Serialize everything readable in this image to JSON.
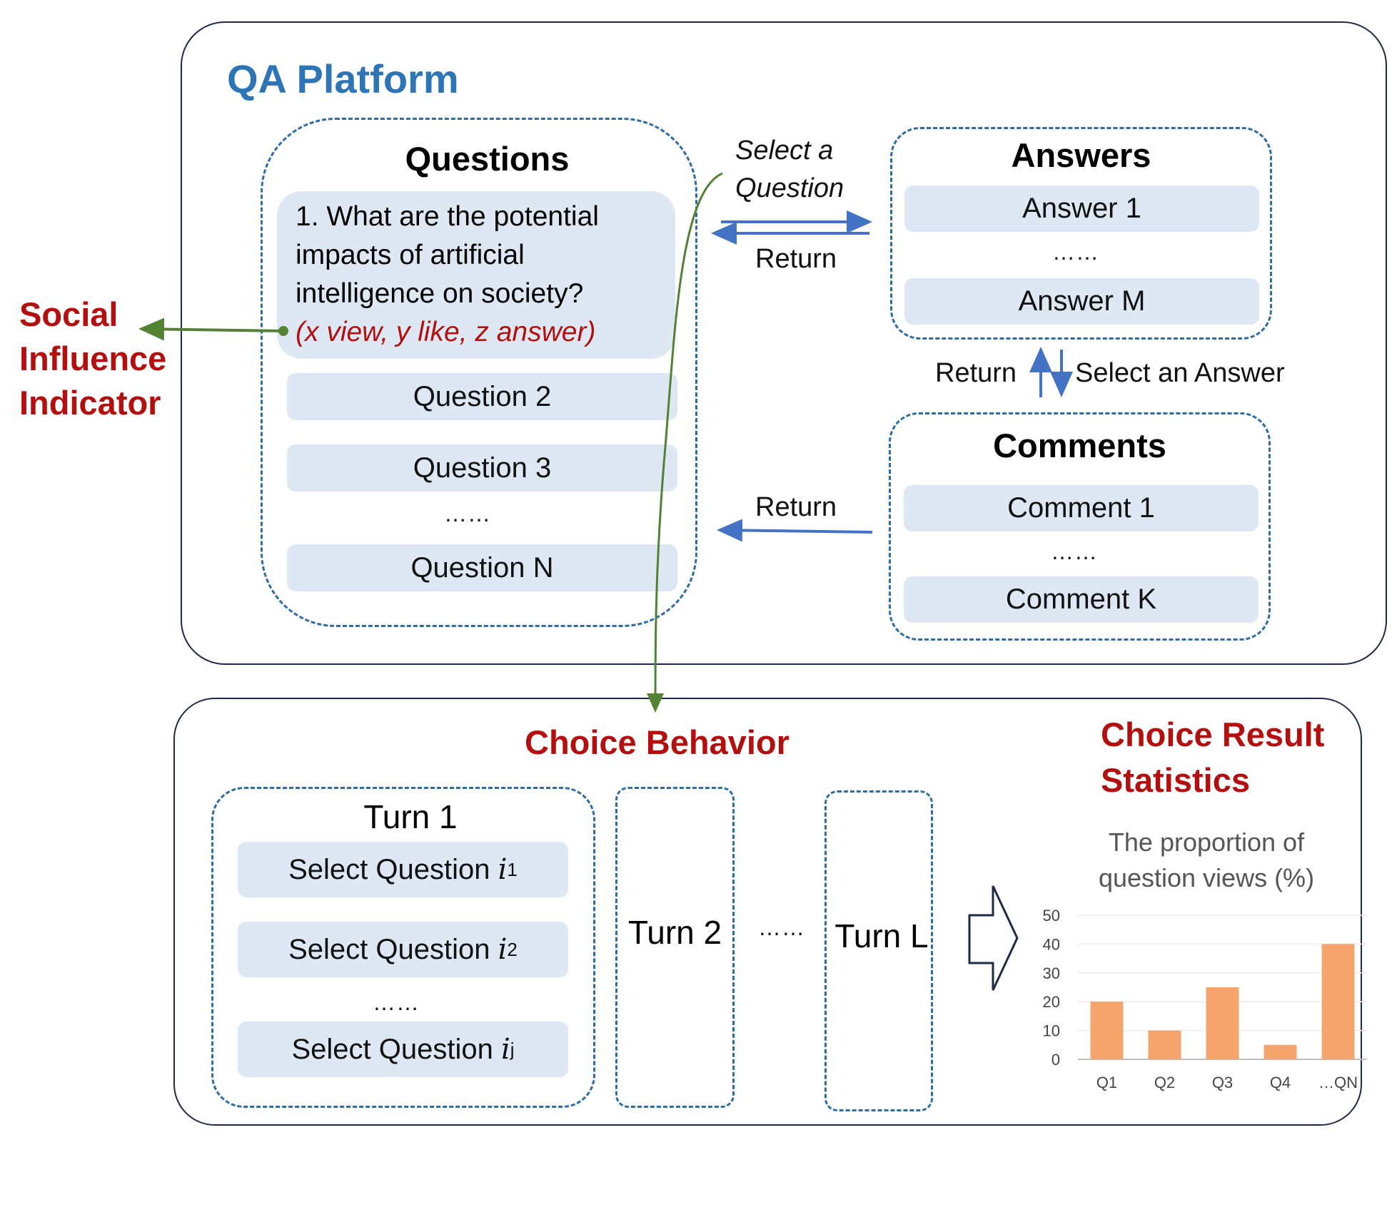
{
  "platform": {
    "title": "QA Platform",
    "questions": {
      "heading": "Questions",
      "first_question": "1. What are the potential impacts of artificial intelligence on society?",
      "first_question_lines": [
        "1. What are the potential",
        "impacts of artificial",
        "intelligence on society?"
      ],
      "indicator_text": "(x view, y like, z answer)",
      "items": [
        "Question 2",
        "Question 3",
        "Question N"
      ],
      "ellipsis": "……"
    },
    "answers": {
      "heading": "Answers",
      "items": [
        "Answer 1",
        "Answer M"
      ],
      "ellipsis": "……"
    },
    "comments": {
      "heading": "Comments",
      "items": [
        "Comment 1",
        "Comment K"
      ],
      "ellipsis": "……"
    },
    "arrows": {
      "select_question_lines": [
        "Select a",
        "Question"
      ],
      "return_qa": "Return",
      "return_answers": "Return",
      "select_answer": "Select an Answer",
      "return_comments": "Return"
    }
  },
  "side_label": {
    "lines": [
      "Social",
      "Influence",
      "Indicator"
    ]
  },
  "behavior": {
    "title": "Choice Behavior",
    "turn1": {
      "heading": "Turn 1",
      "select_prefix": "Select Question",
      "items": [
        {
          "var": "i",
          "sub": "1"
        },
        {
          "var": "i",
          "sub": "2"
        },
        {
          "var": "i",
          "sub": "j"
        }
      ],
      "ellipsis": "……"
    },
    "turn2": "Turn 2",
    "turns_ellipsis": "……",
    "turnL": "Turn L"
  },
  "stats": {
    "title_lines": [
      "Choice Result",
      "Statistics"
    ]
  },
  "colors": {
    "accent_blue": "#2e75b6",
    "red": "#b40f0f",
    "green": "#548235",
    "box_fill": "#dde8f4",
    "bar": "#f4a46c"
  },
  "chart_data": {
    "type": "bar",
    "title_lines": [
      "The  proportion of",
      "question views (%)"
    ],
    "categories": [
      "Q1",
      "Q2",
      "Q3",
      "Q4",
      "…QN"
    ],
    "values": [
      20,
      10,
      25,
      5,
      40
    ],
    "ylim": [
      0,
      50
    ],
    "yticks": [
      0,
      10,
      20,
      30,
      40,
      50
    ],
    "grid": true,
    "xlabel": "",
    "ylabel": ""
  }
}
